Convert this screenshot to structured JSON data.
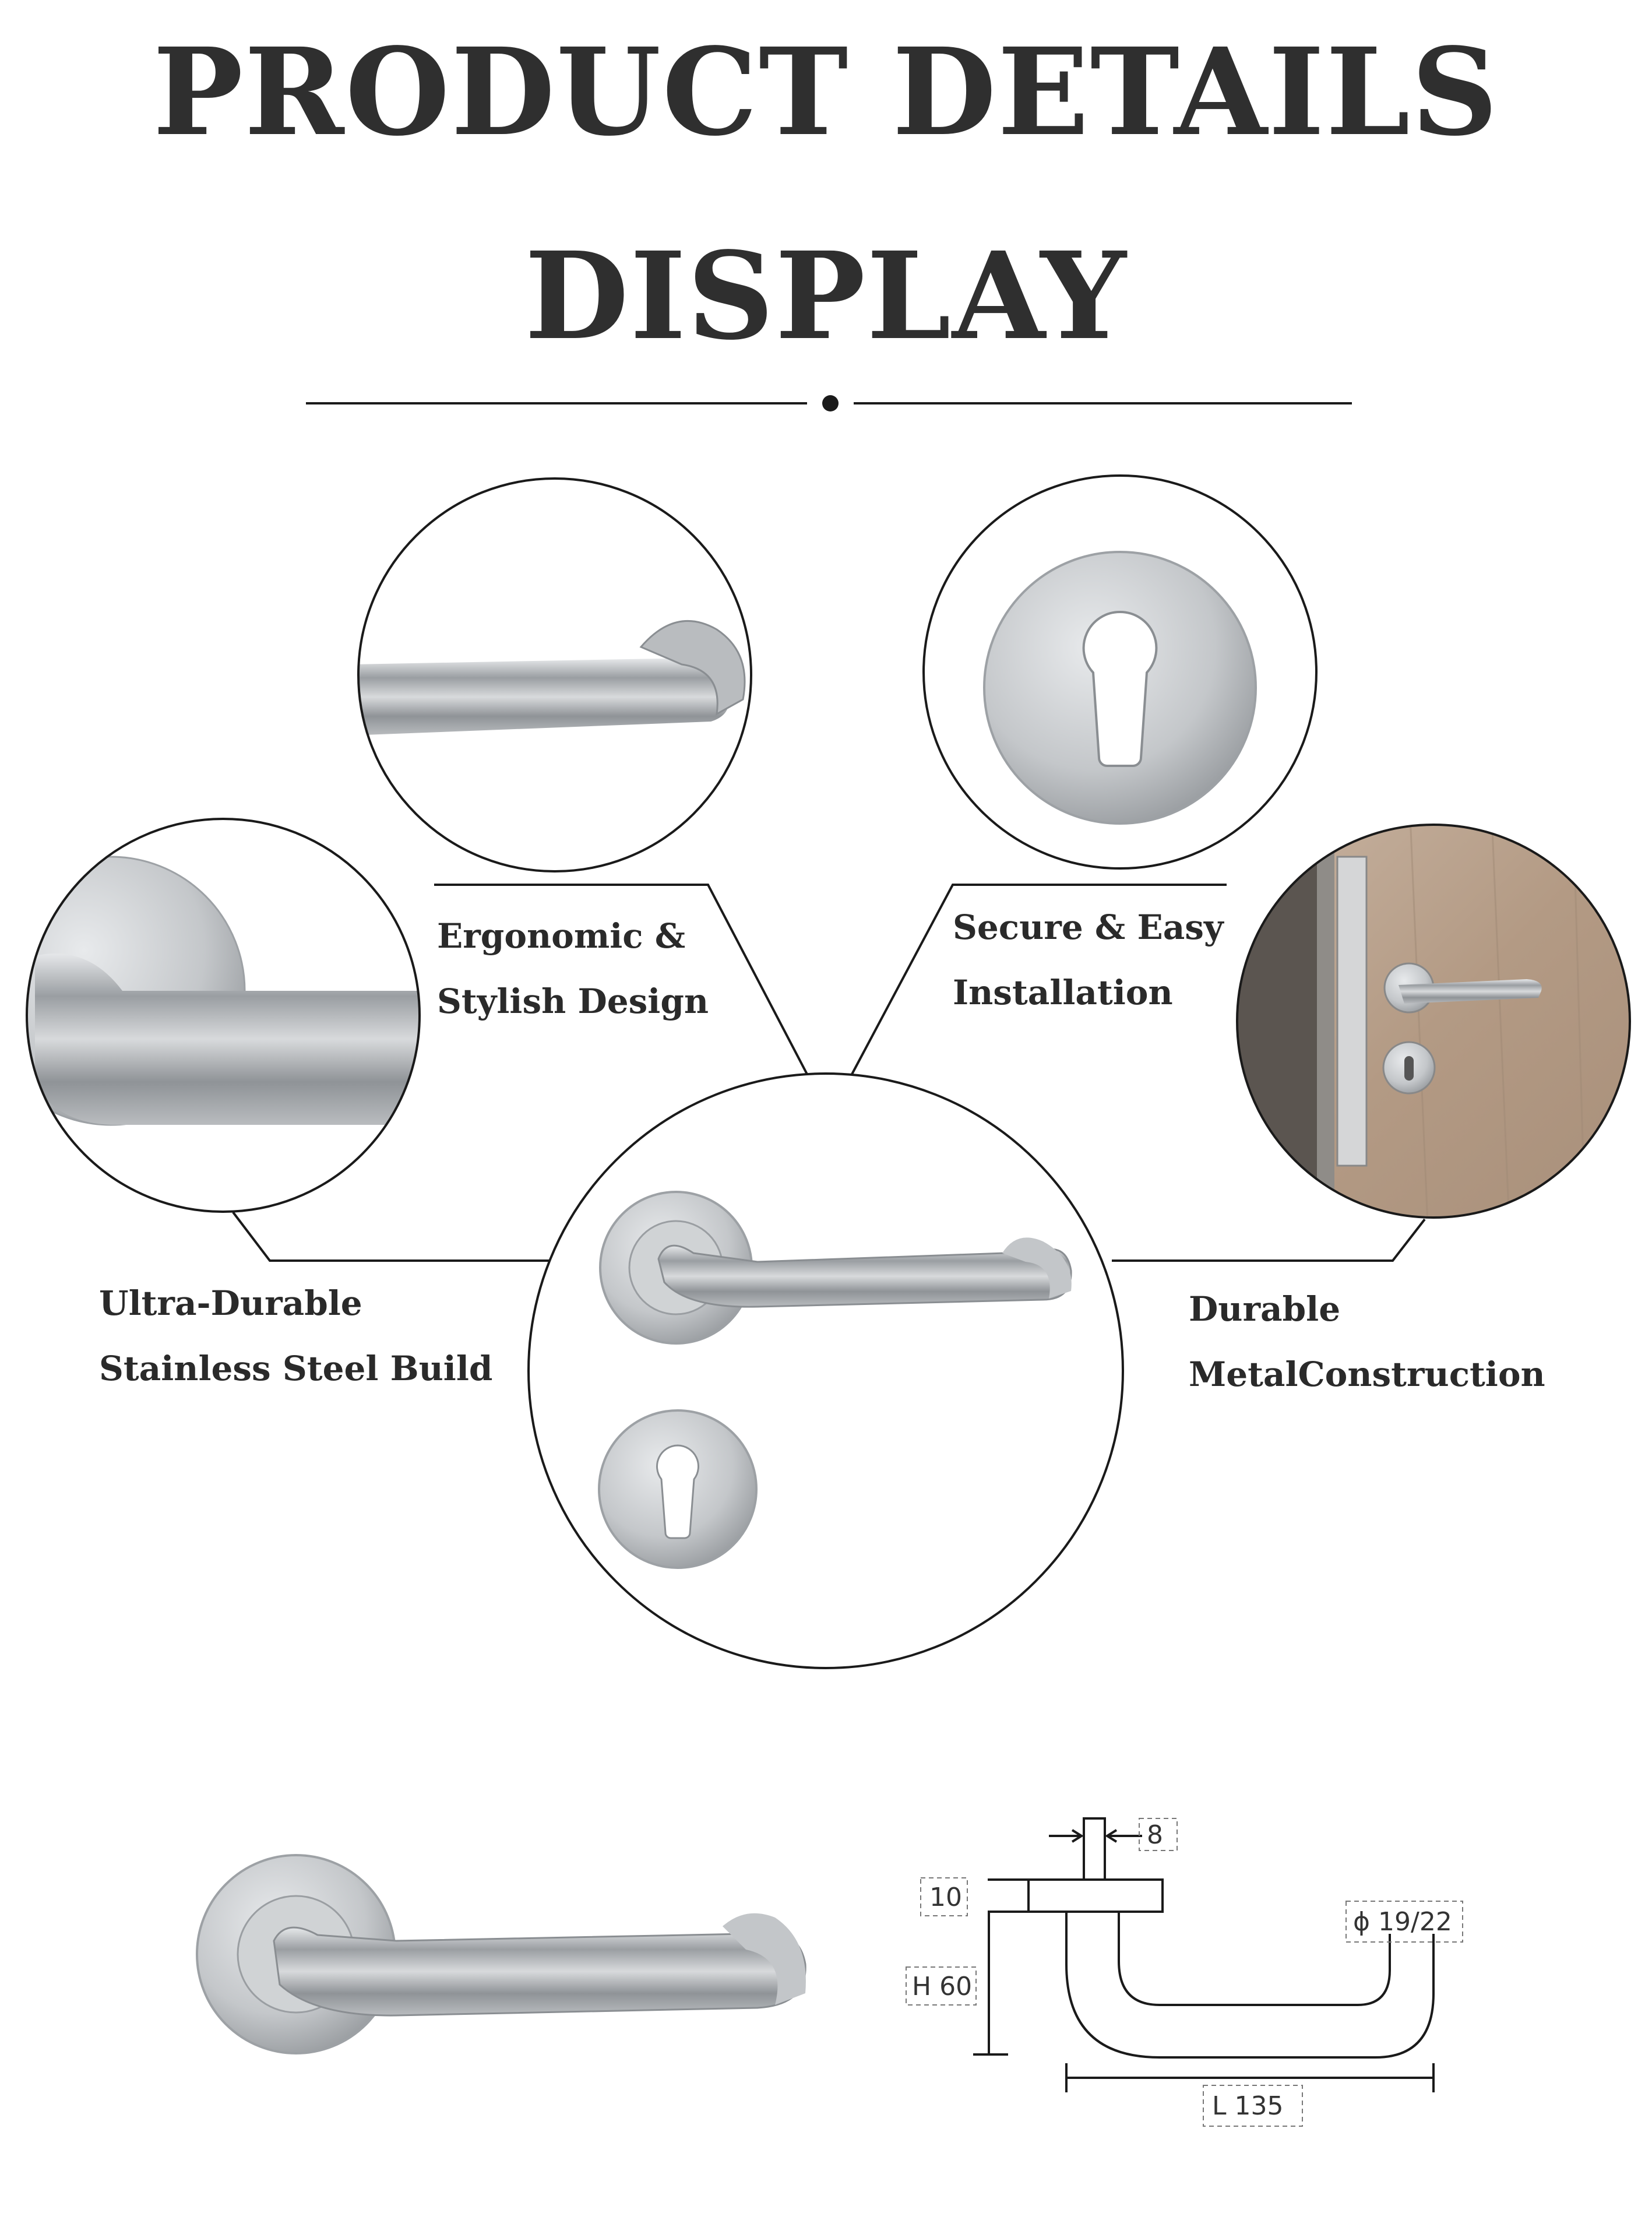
{
  "header": {
    "title_line1": "PRODUCT DETAILS",
    "title_line2": "DISPLAY"
  },
  "features": {
    "ergonomic": {
      "line1": "Ergonomic &",
      "line2": "Stylish Design"
    },
    "secure": {
      "line1": "Secure & Easy",
      "line2": "Installation"
    },
    "durable_steel": {
      "line1": "Ultra-Durable",
      "line2": "Stainless Steel Build"
    },
    "durable_metal": {
      "line1": "Durable",
      "line2": "MetalConstruction"
    }
  },
  "dimensions": {
    "width": "8",
    "thickness": "10",
    "height": "H 60",
    "diameter": "ϕ 19/22",
    "length": "L 135"
  },
  "colors": {
    "text": "#2f2f2f",
    "steel": "#b9bcbf",
    "wood": "#b49c86",
    "line": "#1a1a1a"
  }
}
